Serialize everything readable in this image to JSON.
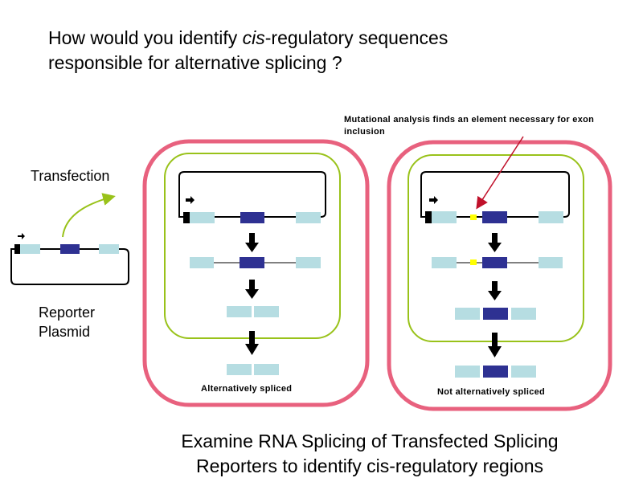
{
  "title": {
    "line1_prefix": "How would you identify ",
    "line1_italic": "cis",
    "line1_suffix": "-regulatory sequences",
    "line2": "responsible for alternative splicing ?"
  },
  "left": {
    "transfection_label": "Transfection",
    "plasmid_label_line1": "Reporter",
    "plasmid_label_line2": "Plasmid"
  },
  "annotation": {
    "line1": "Mutational analysis finds an element necessary for exon",
    "line2": "inclusion"
  },
  "panels": [
    {
      "name": "wild-type",
      "result_label": "Alternatively spliced",
      "element_present": false,
      "final_includes_exon": false
    },
    {
      "name": "mutant-element",
      "result_label": "Not alternatively spliced",
      "element_present": true,
      "final_includes_exon": true
    }
  ],
  "colors": {
    "cell_outline": "#e8617e",
    "nucleus_outline": "#99c21a",
    "constitutive_exon": "#b6dde2",
    "alternative_exon": "#2e3192",
    "regulatory_element": "#ffff00",
    "annotation_arrow": "#c0102a",
    "transfection_arrow": "#99c21a"
  },
  "footer": {
    "line1": "Examine RNA Splicing of Transfected Splicing",
    "line2": "Reporters to identify cis-regulatory regions"
  }
}
